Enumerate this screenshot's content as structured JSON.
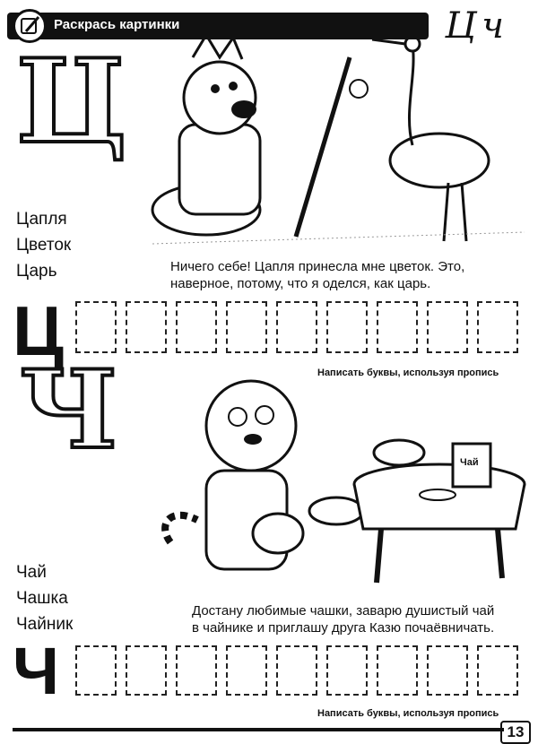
{
  "header": {
    "title": "Раскрась картинки",
    "script_letters": "Цч"
  },
  "section_ts": {
    "big_letter": "Ц",
    "words": [
      "Цапля",
      "Цветок",
      "Царь"
    ],
    "story_lines": [
      "Ничего себе! Цапля принесла мне цветок. Это,",
      "наверное,  потому, что я оделся, как царь."
    ],
    "trace_letter": "Ц",
    "hint": "Написать буквы, используя пропись"
  },
  "section_ch": {
    "big_letter": "Ч",
    "words": [
      "Чай",
      "Чашка",
      "Чайник"
    ],
    "box_label": "Чай",
    "story_lines": [
      "Достану любимые чашки, заварю душистый чай",
      "в чайнике и приглашу друга Казю почаёвничать."
    ],
    "trace_letter": "Ч",
    "hint": "Написать буквы, используя пропись"
  },
  "page_number": "13"
}
